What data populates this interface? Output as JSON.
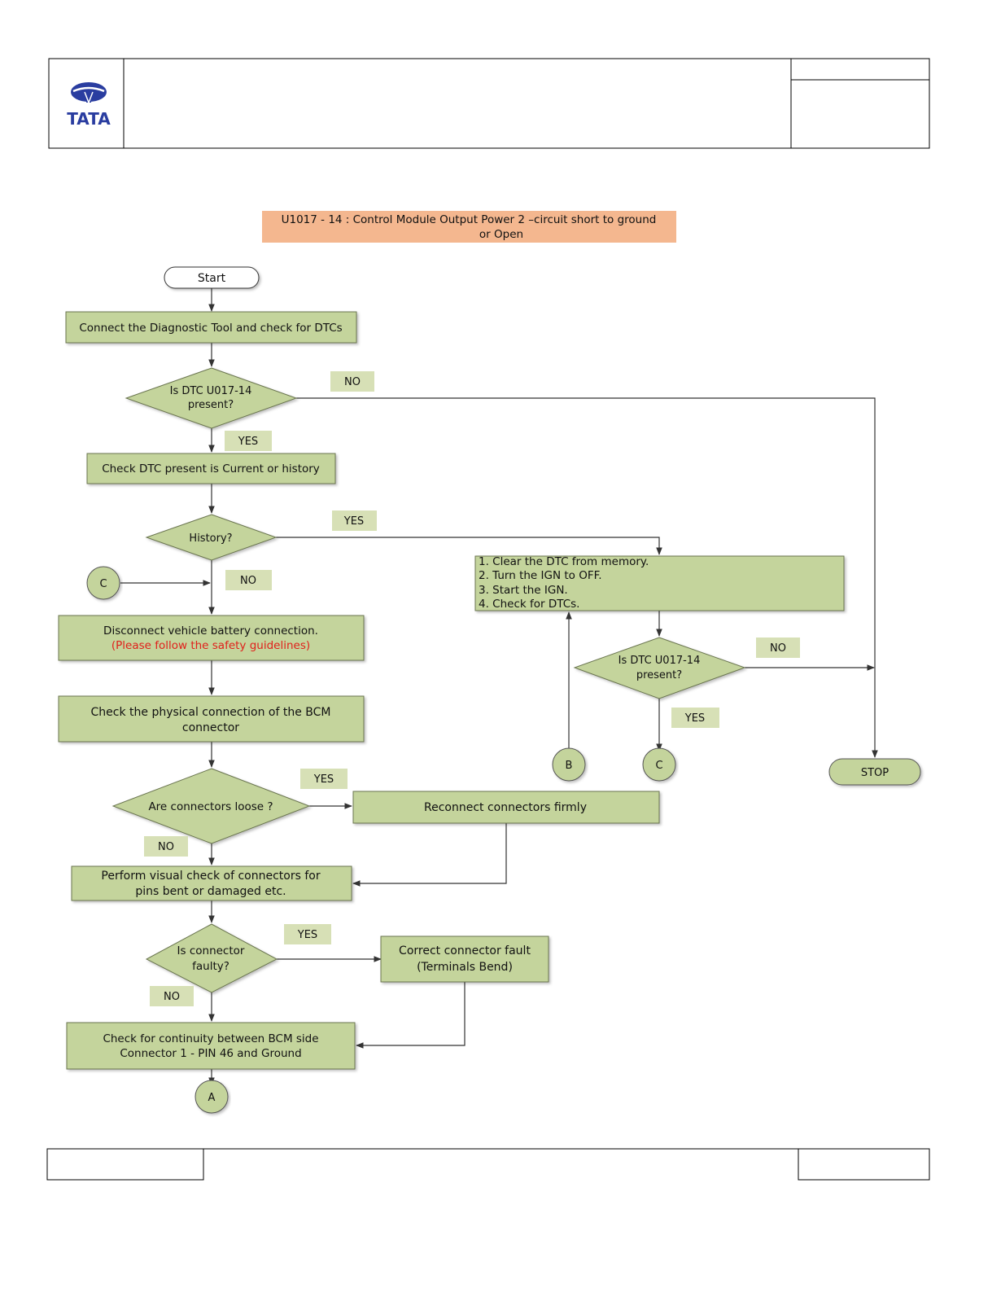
{
  "header": {
    "logo": {
      "icon": "tata-logo-icon",
      "text": "TATA",
      "color": "#2a3da0"
    }
  },
  "title": {
    "line1": "U1017 - 14 : Control Module Output Power 2 –circuit short to ground",
    "line2": "or Open",
    "background": "#f4b78f"
  },
  "colors": {
    "box_fill": "#c4d49c",
    "label_fill": "#d7e0b6",
    "safety_text": "#e0201b"
  },
  "nodes": {
    "start": "Start",
    "connect_tool": "Connect the Diagnostic Tool and check for DTCs",
    "dtc_present_1": [
      "Is DTC U017-14",
      "present?"
    ],
    "check_current": "Check DTC present is Current or history",
    "history": "History?",
    "disconnect_battery": "Disconnect vehicle battery connection.",
    "safety_note": "(Please follow the safety guidelines)",
    "check_physical": [
      "Check the physical connection of the BCM",
      "connector"
    ],
    "connectors_loose": "Are connectors loose ?",
    "reconnect": "Reconnect connectors firmly",
    "visual_check": [
      "Perform visual check of connectors for",
      "pins bent or damaged etc."
    ],
    "connector_faulty": [
      "Is connector",
      "faulty?"
    ],
    "correct_fault": [
      "Correct connector fault",
      "(Terminals Bend)"
    ],
    "continuity": [
      "Check for continuity between BCM side",
      "Connector 1 - PIN 46 and Ground"
    ],
    "clear_steps": [
      "1. Clear the DTC from memory.",
      "2. Turn the IGN to OFF.",
      "3. Start the IGN.",
      "4. Check for DTCs."
    ],
    "dtc_present_2": [
      "Is DTC U017-14",
      "present?"
    ],
    "stop": "STOP",
    "conn_A": "A",
    "conn_B": "B",
    "conn_C_left": "C",
    "conn_C_right": "C"
  },
  "labels": {
    "no_1": "NO",
    "yes_1": "YES",
    "yes_history": "YES",
    "no_history": "NO",
    "no_2": "NO",
    "yes_2": "YES",
    "yes_loose": "YES",
    "no_loose": "NO",
    "yes_faulty": "YES",
    "no_faulty": "NO"
  }
}
